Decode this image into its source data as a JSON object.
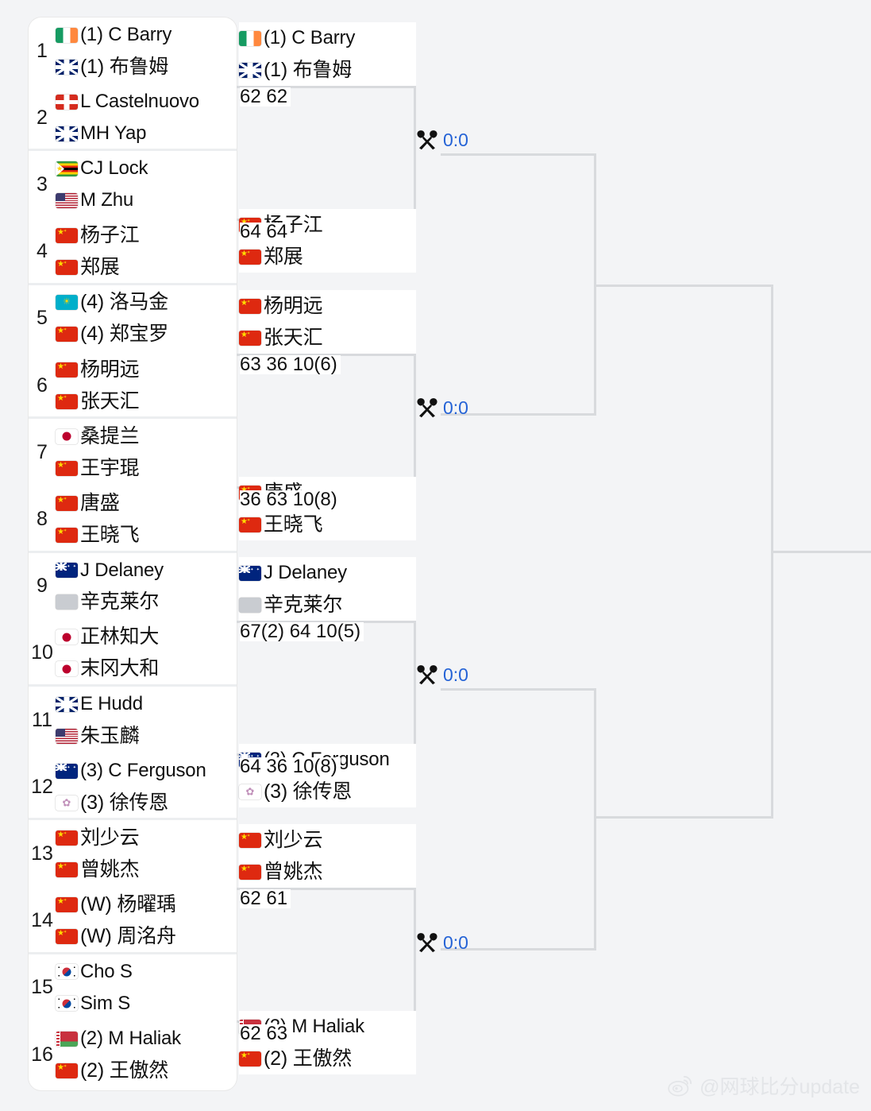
{
  "tournament": {
    "watermark_text": "@网球比分update",
    "watermark_icon": "weibo-logo-icon",
    "status_icon": "crossed-rackets-icon",
    "accent_color": "#2563d6",
    "line_color": "#d8dadd"
  },
  "round1": {
    "slots": [
      {
        "no": "1",
        "p1": {
          "flag": "IRL",
          "name": "(1) C Barry",
          "cjk": false
        },
        "p2": {
          "flag": "GBR",
          "name": "(1) 布鲁姆",
          "cjk": true
        }
      },
      {
        "no": "2",
        "p1": {
          "flag": "SUI",
          "name": "L Castelnuovo",
          "cjk": false
        },
        "p2": {
          "flag": "GBR",
          "name": "MH Yap",
          "cjk": false
        }
      },
      {
        "no": "3",
        "p1": {
          "flag": "ZIM",
          "name": "CJ Lock",
          "cjk": false
        },
        "p2": {
          "flag": "USA",
          "name": "M Zhu",
          "cjk": false
        }
      },
      {
        "no": "4",
        "p1": {
          "flag": "CHN",
          "name": "杨子江",
          "cjk": true
        },
        "p2": {
          "flag": "CHN",
          "name": "郑展",
          "cjk": true
        }
      },
      {
        "no": "5",
        "p1": {
          "flag": "KAZ",
          "name": "(4) 洛马金",
          "cjk": true
        },
        "p2": {
          "flag": "CHN",
          "name": "(4) 郑宝罗",
          "cjk": true
        }
      },
      {
        "no": "6",
        "p1": {
          "flag": "CHN",
          "name": "杨明远",
          "cjk": true
        },
        "p2": {
          "flag": "CHN",
          "name": "张天汇",
          "cjk": true
        }
      },
      {
        "no": "7",
        "p1": {
          "flag": "JPN",
          "name": "桑提兰",
          "cjk": true
        },
        "p2": {
          "flag": "CHN",
          "name": "王宇琨",
          "cjk": true
        }
      },
      {
        "no": "8",
        "p1": {
          "flag": "CHN",
          "name": "唐盛",
          "cjk": true
        },
        "p2": {
          "flag": "CHN",
          "name": "王晓飞",
          "cjk": true
        }
      },
      {
        "no": "9",
        "p1": {
          "flag": "AUS",
          "name": "J Delaney",
          "cjk": false
        },
        "p2": {
          "flag": "NONE",
          "name": "辛克莱尔",
          "cjk": true
        }
      },
      {
        "no": "10",
        "p1": {
          "flag": "JPN",
          "name": "正林知大",
          "cjk": true
        },
        "p2": {
          "flag": "JPN",
          "name": "末冈大和",
          "cjk": true
        }
      },
      {
        "no": "11",
        "p1": {
          "flag": "GBR",
          "name": "E Hudd",
          "cjk": false
        },
        "p2": {
          "flag": "USA",
          "name": "朱玉麟",
          "cjk": true
        }
      },
      {
        "no": "12",
        "p1": {
          "flag": "AUS",
          "name": "(3) C Ferguson",
          "cjk": false
        },
        "p2": {
          "flag": "TPE",
          "name": "(3) 徐传恩",
          "cjk": true
        }
      },
      {
        "no": "13",
        "p1": {
          "flag": "CHN",
          "name": "刘少云",
          "cjk": true
        },
        "p2": {
          "flag": "CHN",
          "name": "曾姚杰",
          "cjk": true
        }
      },
      {
        "no": "14",
        "p1": {
          "flag": "CHN",
          "name": "(W) 杨曜瑀",
          "cjk": true
        },
        "p2": {
          "flag": "CHN",
          "name": "(W) 周洺舟",
          "cjk": true
        }
      },
      {
        "no": "15",
        "p1": {
          "flag": "KOR",
          "name": "Cho S",
          "cjk": false
        },
        "p2": {
          "flag": "KOR",
          "name": "Sim S",
          "cjk": false
        }
      },
      {
        "no": "16",
        "p1": {
          "flag": "BLR",
          "name": "(2) M Haliak",
          "cjk": false
        },
        "p2": {
          "flag": "CHN",
          "name": "(2) 王傲然",
          "cjk": true
        }
      }
    ]
  },
  "round2": {
    "matches": [
      {
        "top": {
          "p1": {
            "flag": "IRL",
            "name": "(1) C Barry",
            "cjk": false
          },
          "p2": {
            "flag": "GBR",
            "name": "(1) 布鲁姆",
            "cjk": true
          },
          "score": "62 62"
        },
        "bottom": {
          "p1": {
            "flag": "CHN",
            "name": "杨子江",
            "cjk": true
          },
          "p2": {
            "flag": "CHN",
            "name": "郑展",
            "cjk": true
          },
          "score": "64 64"
        }
      },
      {
        "top": {
          "p1": {
            "flag": "CHN",
            "name": "杨明远",
            "cjk": true
          },
          "p2": {
            "flag": "CHN",
            "name": "张天汇",
            "cjk": true
          },
          "score": "63 36 10(6)"
        },
        "bottom": {
          "p1": {
            "flag": "CHN",
            "name": "唐盛",
            "cjk": true
          },
          "p2": {
            "flag": "CHN",
            "name": "王晓飞",
            "cjk": true
          },
          "score": "36 63 10(8)"
        }
      },
      {
        "top": {
          "p1": {
            "flag": "AUS",
            "name": "J Delaney",
            "cjk": false
          },
          "p2": {
            "flag": "NONE",
            "name": "辛克莱尔",
            "cjk": true
          },
          "score": "67(2) 64 10(5)"
        },
        "bottom": {
          "p1": {
            "flag": "AUS",
            "name": "(3) C Ferguson",
            "cjk": false
          },
          "p2": {
            "flag": "TPE",
            "name": "(3) 徐传恩",
            "cjk": true
          },
          "score": "64 36 10(8)"
        }
      },
      {
        "top": {
          "p1": {
            "flag": "CHN",
            "name": "刘少云",
            "cjk": true
          },
          "p2": {
            "flag": "CHN",
            "name": "曾姚杰",
            "cjk": true
          },
          "score": "62 61"
        },
        "bottom": {
          "p1": {
            "flag": "BLR",
            "name": "(2) M Haliak",
            "cjk": false
          },
          "p2": {
            "flag": "CHN",
            "name": "(2) 王傲然",
            "cjk": true
          },
          "score": "62 63"
        }
      }
    ]
  },
  "quarterfinals": {
    "matches": [
      {
        "status_score": "0:0"
      },
      {
        "status_score": "0:0"
      },
      {
        "status_score": "0:0"
      },
      {
        "status_score": "0:0"
      }
    ]
  },
  "semifinals": {
    "matches": [
      {},
      {}
    ]
  },
  "final": {
    "matches": [
      {}
    ]
  }
}
